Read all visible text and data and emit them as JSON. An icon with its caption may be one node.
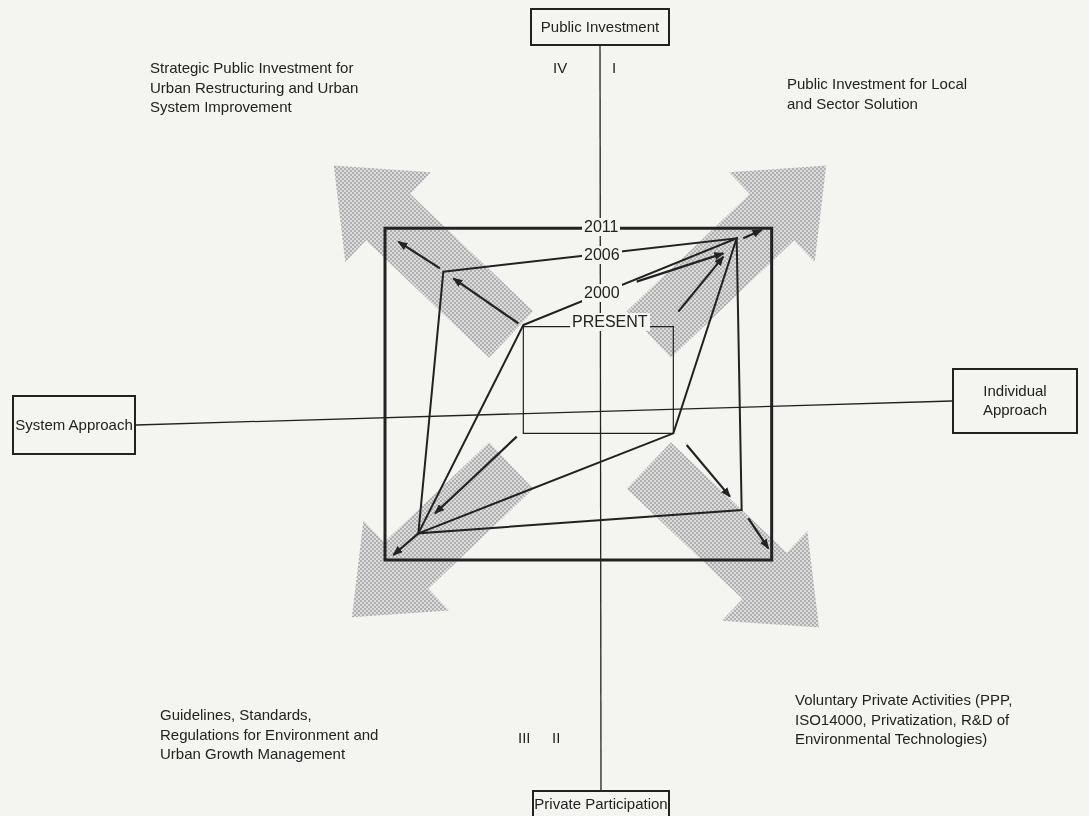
{
  "diagram": {
    "nodes": [
      {
        "text": [
          "Public Investment"
        ]
      },
      {
        "text": [
          "System Approach"
        ]
      },
      {
        "text": [
          "Individual Approach"
        ]
      },
      {
        "text": [
          "Private Participation"
        ]
      }
    ],
    "edges": [
      {
        "from": 0,
        "to": 3,
        "arrow": "none"
      },
      {
        "from": 1,
        "to": 2,
        "arrow": "none"
      }
    ],
    "labels": [
      "Strategic Public Investment for Urban Restructuring and Urban System Improvement",
      "IV",
      "I",
      "Public Investment for Local and Sector Solution",
      "2011",
      "2006",
      "2000",
      "PRESENT",
      "Guidelines, Standards, Regulations for Environment and Urban Growth Management",
      "III",
      "II",
      "Voluntary Private Activities (PPP, ISO14000, Privatization, R&D of Environmental Technologies)"
    ]
  }
}
